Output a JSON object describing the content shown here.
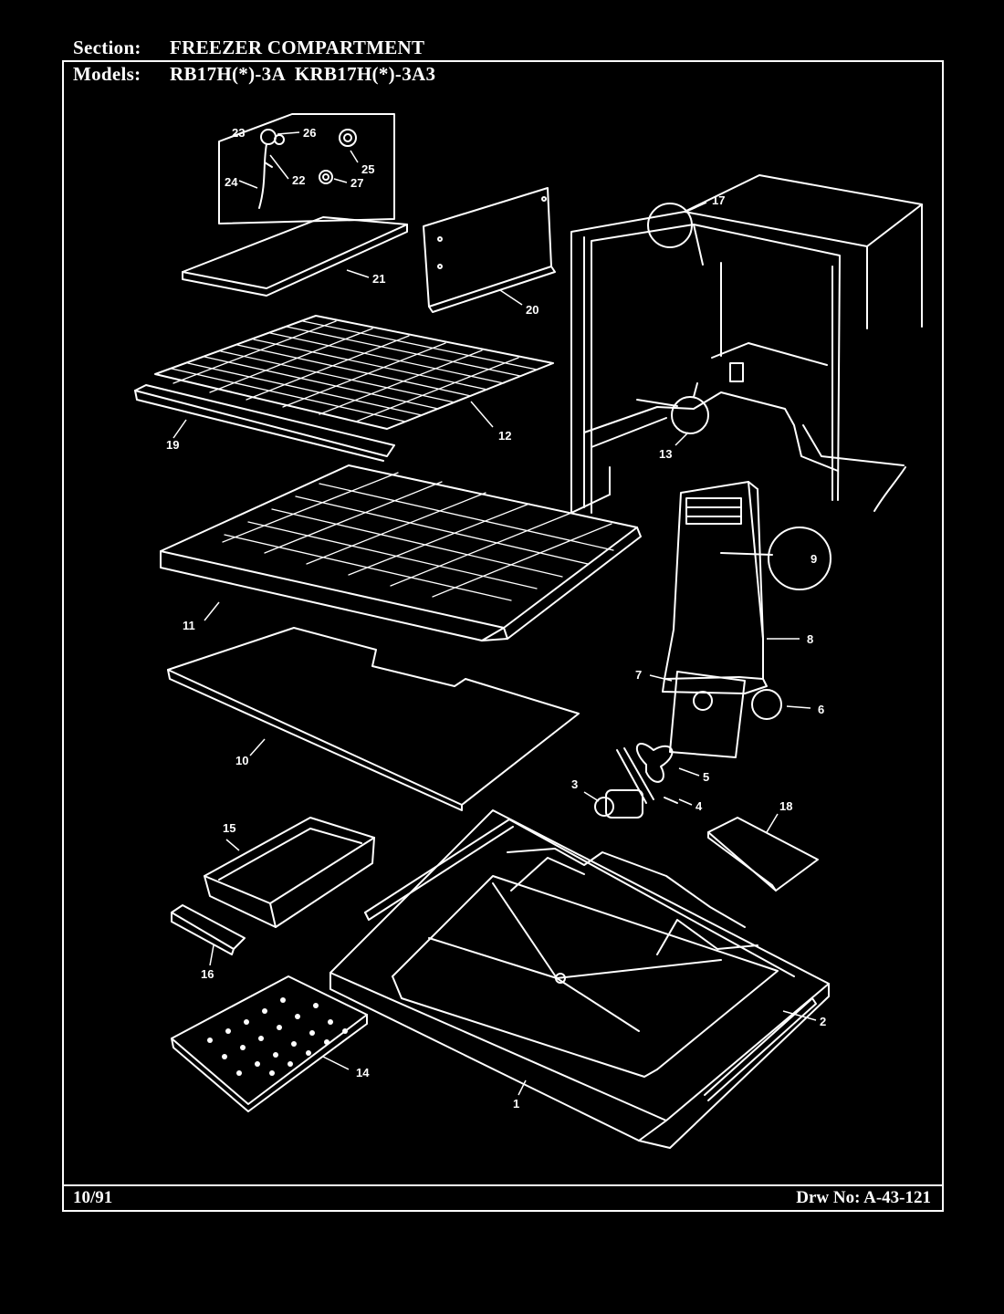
{
  "header": {
    "section_label": "Section:",
    "section_value": "FREEZER COMPARTMENT",
    "models_label": "Models:",
    "models_value": "RB17H(*)-3A  KRB17H(*)-3A3"
  },
  "footer": {
    "date": "10/91",
    "drawing_number": "Drw No: A-43-121"
  },
  "callouts": {
    "c1": "1",
    "c2": "2",
    "c3": "3",
    "c4": "4",
    "c5": "5",
    "c6": "6",
    "c7": "7",
    "c8": "8",
    "c9": "9",
    "c10": "10",
    "c11": "11",
    "c12": "12",
    "c13": "13",
    "c14": "14",
    "c15": "15",
    "c16": "16",
    "c17": "17",
    "c18": "18",
    "c19": "19",
    "c20": "20",
    "c21": "21",
    "c22": "22",
    "c23": "23",
    "c24": "24",
    "c25": "25",
    "c26": "26",
    "c27": "27"
  },
  "colors": {
    "background": "#000000",
    "linework": "#ffffff"
  }
}
